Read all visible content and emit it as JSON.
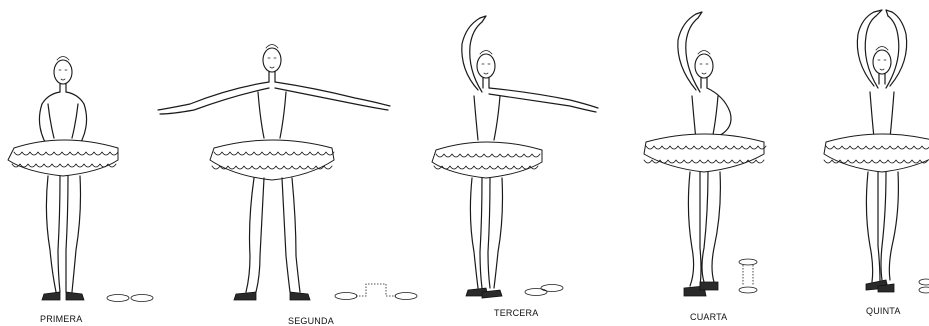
{
  "positions": [
    {
      "key": "primera",
      "label": "PRIMERA"
    },
    {
      "key": "segunda",
      "label": "SEGUNDA"
    },
    {
      "key": "tercera",
      "label": "TERCERA"
    },
    {
      "key": "cuarta",
      "label": "CUARTA"
    },
    {
      "key": "quinta",
      "label": "QUINTA"
    }
  ]
}
